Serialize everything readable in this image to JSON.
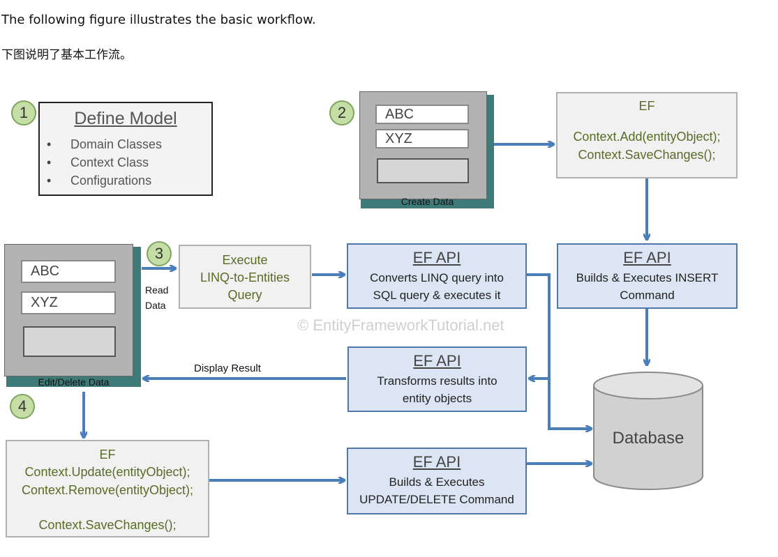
{
  "intro": {
    "line_en": "The following figure illustrates the basic workflow.",
    "line_cn": "下图说明了基本工作流。"
  },
  "diagram": {
    "steps": [
      "1",
      "2",
      "3",
      "4"
    ],
    "define_model": {
      "title": "Define Model",
      "items": [
        "Domain Classes",
        "Context Class",
        "Configurations"
      ]
    },
    "create_screen": {
      "field1": "ABC",
      "field2": "XYZ",
      "label": "Create Data"
    },
    "edit_screen": {
      "field1": "ABC",
      "field2": "XYZ",
      "label": "Edit/Delete Data"
    },
    "ef_add": {
      "title": "EF",
      "line1": "Context.Add(entityObject);",
      "line2": "Context.SaveChanges();"
    },
    "ef_update": {
      "title": "EF",
      "line1": "Context.Update(entityObject);",
      "line2": "Context.Remove(entityObject);",
      "line3": "Context.SaveChanges();"
    },
    "execute_query": {
      "line1": "Execute",
      "line2": "LINQ-to-Entities",
      "line3": "Query"
    },
    "api_convert": {
      "title": "EF API",
      "line1": "Converts LINQ query into",
      "line2": "SQL query & executes it"
    },
    "api_insert": {
      "title": "EF API",
      "line1": "Builds & Executes INSERT",
      "line2": "Command"
    },
    "api_transform": {
      "title": "EF API",
      "line1": "Transforms results into",
      "line2": "entity objects"
    },
    "api_update": {
      "title": "EF API",
      "line1": "Builds & Executes",
      "line2": "UPDATE/DELETE Command"
    },
    "database": "Database",
    "read_data_1": "Read",
    "read_data_2": "Data",
    "display_result": "Display Result",
    "watermark": "© EntityFrameworkTutorial.net",
    "colors": {
      "arrow": "#4a7ebb",
      "step_circle": "#c5dea6",
      "api_fill": "#dbe5f3",
      "ef_text": "#5a6b25",
      "screen_shadow": "#3e7a78"
    }
  }
}
